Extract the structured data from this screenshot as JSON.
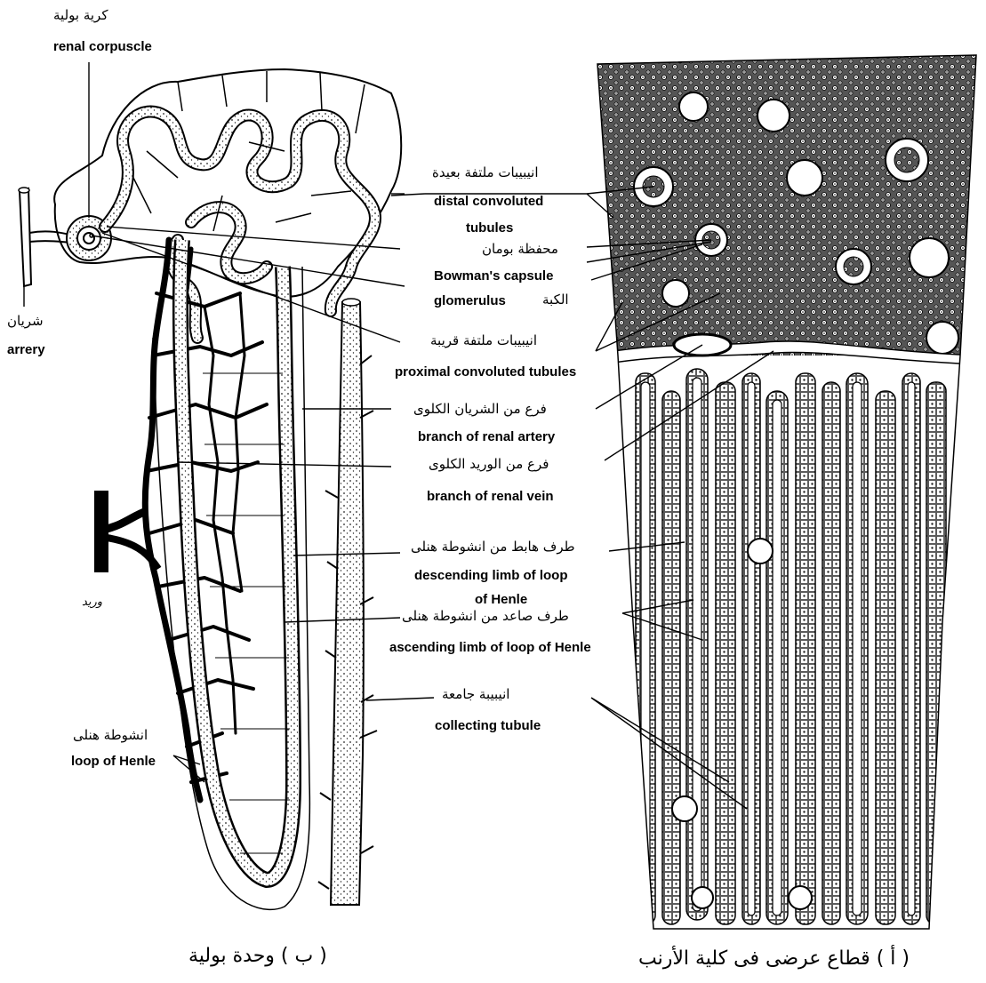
{
  "left_figure": {
    "renal_corpuscle": {
      "ar": "كرية بولية",
      "en": "renal corpuscle"
    },
    "artery": {
      "ar": "شريان",
      "en": "arrery"
    },
    "vein": {
      "ar": "وريد"
    },
    "loop_of_henle": {
      "ar": "انشوطة هنلى",
      "en": "loop of Henle"
    },
    "caption": "( ب ) وحدة بولية"
  },
  "center_labels": {
    "distal": {
      "ar": "انيبيبات ملتفة بعيدة",
      "en_1": "distal convoluted",
      "en_2": "tubules"
    },
    "bowman": {
      "ar": "محفظة بومان",
      "en": "Bowman's capsule"
    },
    "glomerulus": {
      "ar": "الكبة",
      "en": "glomerulus"
    },
    "proximal": {
      "ar": "انيبيبات ملتفة قريبة",
      "en": "proximal convoluted tubules"
    },
    "renal_artery": {
      "ar": "فرع من الشريان الكلوى",
      "en": "branch of renal artery"
    },
    "renal_vein": {
      "ar": "فرع من الوريد الكلوى",
      "en": "branch of renal vein"
    },
    "descending": {
      "ar": "طرف هابط من انشوطة هنلى",
      "en_1": "descending limb of loop",
      "en_2": "of Henle"
    },
    "ascending": {
      "ar": "طرف صاعد من انشوطة هنلى",
      "en": "ascending limb of loop of Henle"
    },
    "collecting": {
      "ar": "انيبيبة جامعة",
      "en": "collecting tubule"
    }
  },
  "right_figure": {
    "caption": "( أ ) قطاع عرضى فى كلية الأرنب"
  }
}
